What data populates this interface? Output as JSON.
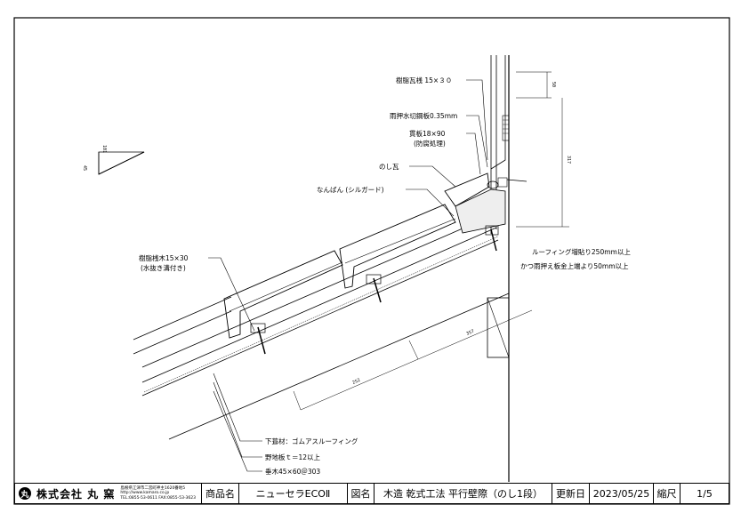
{
  "labels": {
    "jushi_gawara_san": "樹脂瓦桟 15×３０",
    "amaosae_mizukiri": "雨押水切鋼板0.35mm",
    "nukiita": "貫板18×90",
    "nukiita_note": "(防腐処理)",
    "noshi_gawara": "のし瓦",
    "nanban": "なんばん (シルガード)",
    "jushi_sanki": "樹脂桟木15×30",
    "jushi_sanki_note": "(水抜き溝付き)",
    "roofing_1": "ルーフィング増貼り250mm以上",
    "roofing_2": "かつ雨押え板金上端より50mm以上",
    "shitabuki": "下葺材：ゴムアスルーフィング",
    "nojiita": "野地板ｔ＝12以上",
    "taruki": "垂木45×60＠303"
  },
  "slope": {
    "rise": "45",
    "run": "101"
  },
  "dimensions": {
    "d1": "50",
    "d2": "317",
    "d3": "252",
    "d4": "357"
  },
  "titleblock": {
    "company_mark": "丸",
    "company_name": "株式会社 丸 窯",
    "company_addr": "島根県江津市二宮町神主1620番地5",
    "company_web": "http://www.kamaro.co.jp",
    "company_tel": "TEL:0855-53-0611 FAX:0855-53-3623",
    "product_label": "商品名",
    "product_value": "ニューセラECOⅡ",
    "drawing_label": "図名",
    "drawing_value": "木造 乾式工法 平行壁際（のし1段）",
    "updated_label": "更新日",
    "updated_value": "2023/05/25",
    "scale_label": "縮尺",
    "scale_value": "1/5"
  }
}
